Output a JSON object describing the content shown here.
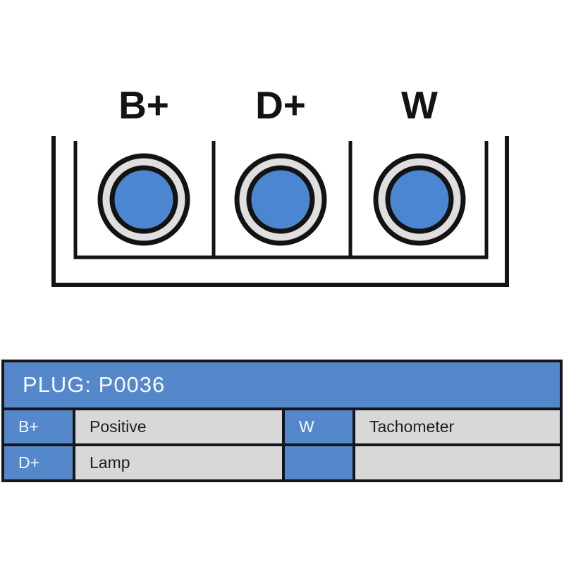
{
  "diagram": {
    "name": "plug-pinout-diagram",
    "terminals": [
      {
        "label": "B+",
        "pin_color": "#4C85D0",
        "ring_color": "#DFDFDF"
      },
      {
        "label": "D+",
        "pin_color": "#4C85D0",
        "ring_color": "#DFDFDF"
      },
      {
        "label": "W",
        "pin_color": "#4C85D0",
        "ring_color": "#DFDFDF"
      }
    ],
    "outline_color": "#131313"
  },
  "table": {
    "header": "PLUG: P0036",
    "rows": [
      {
        "pin1": "B+",
        "desc1": "Positive",
        "pin2": "W",
        "desc2": "Tachometer"
      },
      {
        "pin1": "D+",
        "desc1": "Lamp",
        "pin2": "",
        "desc2": ""
      }
    ],
    "colors": {
      "header_blue": "#5588CB",
      "pin_cell_blue": "#5588CB",
      "desc_cell_gray": "#D8D8D8",
      "border_dark": "#15151E",
      "header_text": "#F7FAFF",
      "desc_text": "#1F1F1F"
    }
  }
}
